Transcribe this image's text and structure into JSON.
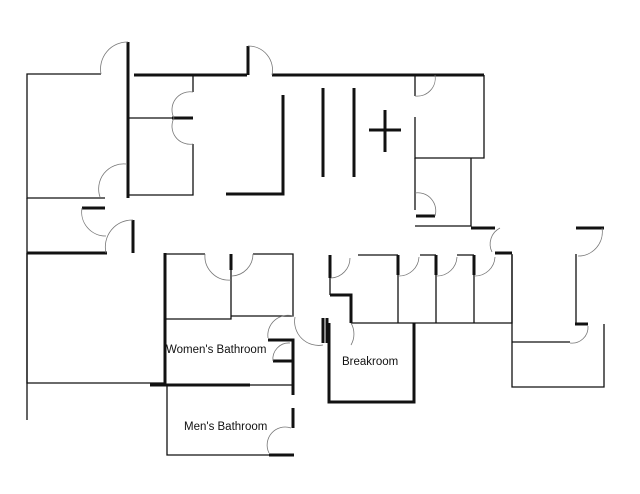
{
  "diagram": {
    "type": "floor-plan",
    "rooms": {
      "womens_bathroom": "Women's Bathroom",
      "mens_bathroom": "Men's Bathroom",
      "breakroom": "Breakroom"
    },
    "colors": {
      "wall": "#111111",
      "door_swing": "#777777",
      "background": "#ffffff"
    }
  }
}
